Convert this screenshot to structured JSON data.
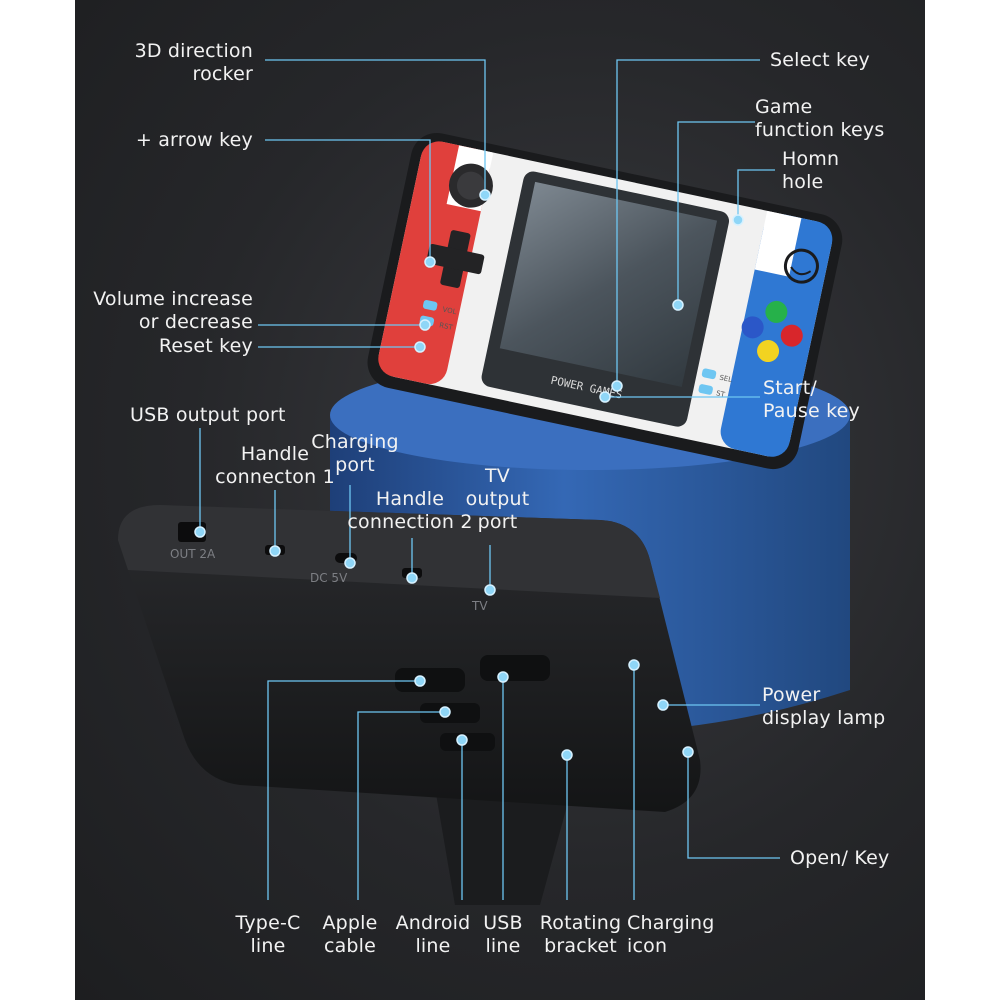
{
  "screen_text": "POWER GAMES",
  "panel_labels": {
    "out": "OUT 2A",
    "dc": "DC 5V",
    "tv": "TV",
    "sel": "SEL",
    "st": "ST",
    "rst": "RST",
    "vol": "VOL"
  },
  "callouts": {
    "direction_rocker": "3D direction\nrocker",
    "arrow_key": "+ arrow key",
    "volume": "Volume increase\nor decrease",
    "reset": "Reset key",
    "select": "Select key",
    "game_function": "Game\nfunction keys",
    "horn": "Homn\nhole",
    "start_pause": "Start/\nPause key",
    "usb_output": "USB output port",
    "handle1": "Handle\nconnecton 1",
    "charging_port": "Charging\nport",
    "handle2": "Handle\nconnection 2",
    "tv_output": "TV\noutput\nport",
    "power_lamp": "Power\ndisplay lamp",
    "open_key": "Open/ Key",
    "type_c": "Type-C\nline",
    "apple": "Apple\ncable",
    "android": "Android\nline",
    "usb_line": "USB\nline",
    "rotating": "Rotating\nbracket",
    "charging_icon": "Charging\nicon"
  },
  "colors": {
    "callout_line": "#6ec6f2",
    "dot": "#8fd6f7",
    "pedestal": "#2f5fa8",
    "red_panel": "#e0403c",
    "blue_panel": "#2f78d3"
  }
}
